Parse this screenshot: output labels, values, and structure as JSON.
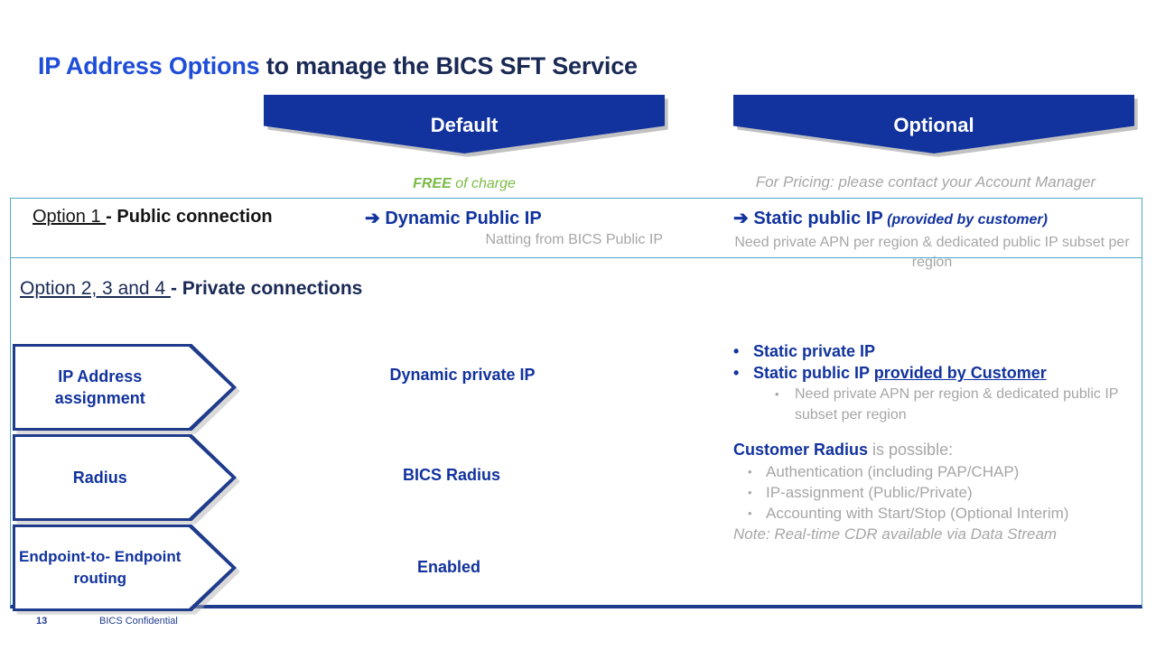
{
  "title": {
    "highlight": "IP Address Options",
    "rest": " to manage the BICS SFT Service"
  },
  "banners": {
    "default": "Default",
    "optional": "Optional"
  },
  "notes": {
    "free_bold": "FREE",
    "free_rest": " of charge",
    "pricing": "For Pricing: please contact your Account Manager"
  },
  "option1": {
    "label_underlined": "Option 1 ",
    "label_bold": "-  Public connection",
    "default_value": "➔ Dynamic Public IP",
    "default_sub": "Natting  from BICS Public IP",
    "optional_value": "➔ Static public IP",
    "optional_value_paren": " (provided by customer)",
    "optional_sub": "Need private APN per region & dedicated public IP subset per region"
  },
  "option234": {
    "label_underlined": "Option 2, 3 and 4 ",
    "label_bold": "-  Private connections"
  },
  "rows": [
    {
      "box_label": "IP Address assignment",
      "default_value": "Dynamic  private IP"
    },
    {
      "box_label": "Radius",
      "default_value": "BICS  Radius"
    },
    {
      "box_label": "Endpoint-to- Endpoint routing",
      "default_value": "Enabled"
    }
  ],
  "optional_ip": {
    "bullet_char": "•",
    "sub_bullet_char": "•",
    "bullets": [
      {
        "text": "Static private IP",
        "underlined": ""
      },
      {
        "text": "Static public IP ",
        "underlined": "provided by Customer"
      }
    ],
    "sub_note": "Need private APN per region & dedicated public IP subset per region"
  },
  "optional_radius": {
    "head_bold": "Customer Radius",
    "head_rest": " is possible:",
    "bullet_char": "•",
    "bullets": [
      "Authentication (including PAP/CHAP)",
      "IP-assignment (Public/Private)",
      "Accounting with  Start/Stop (Optional Interim)"
    ],
    "note": "Note: Real-time CDR available via Data Stream"
  },
  "footer": {
    "page": "13",
    "text": "BICS  Confidential"
  },
  "colors": {
    "brand_blue": "#12339E",
    "dark_navy": "#1B2A55",
    "accent_blue": "#1F4DD8",
    "table_border": "#4FA8D0",
    "muted_gray": "#A6A6A6",
    "green": "#7BBB45"
  }
}
